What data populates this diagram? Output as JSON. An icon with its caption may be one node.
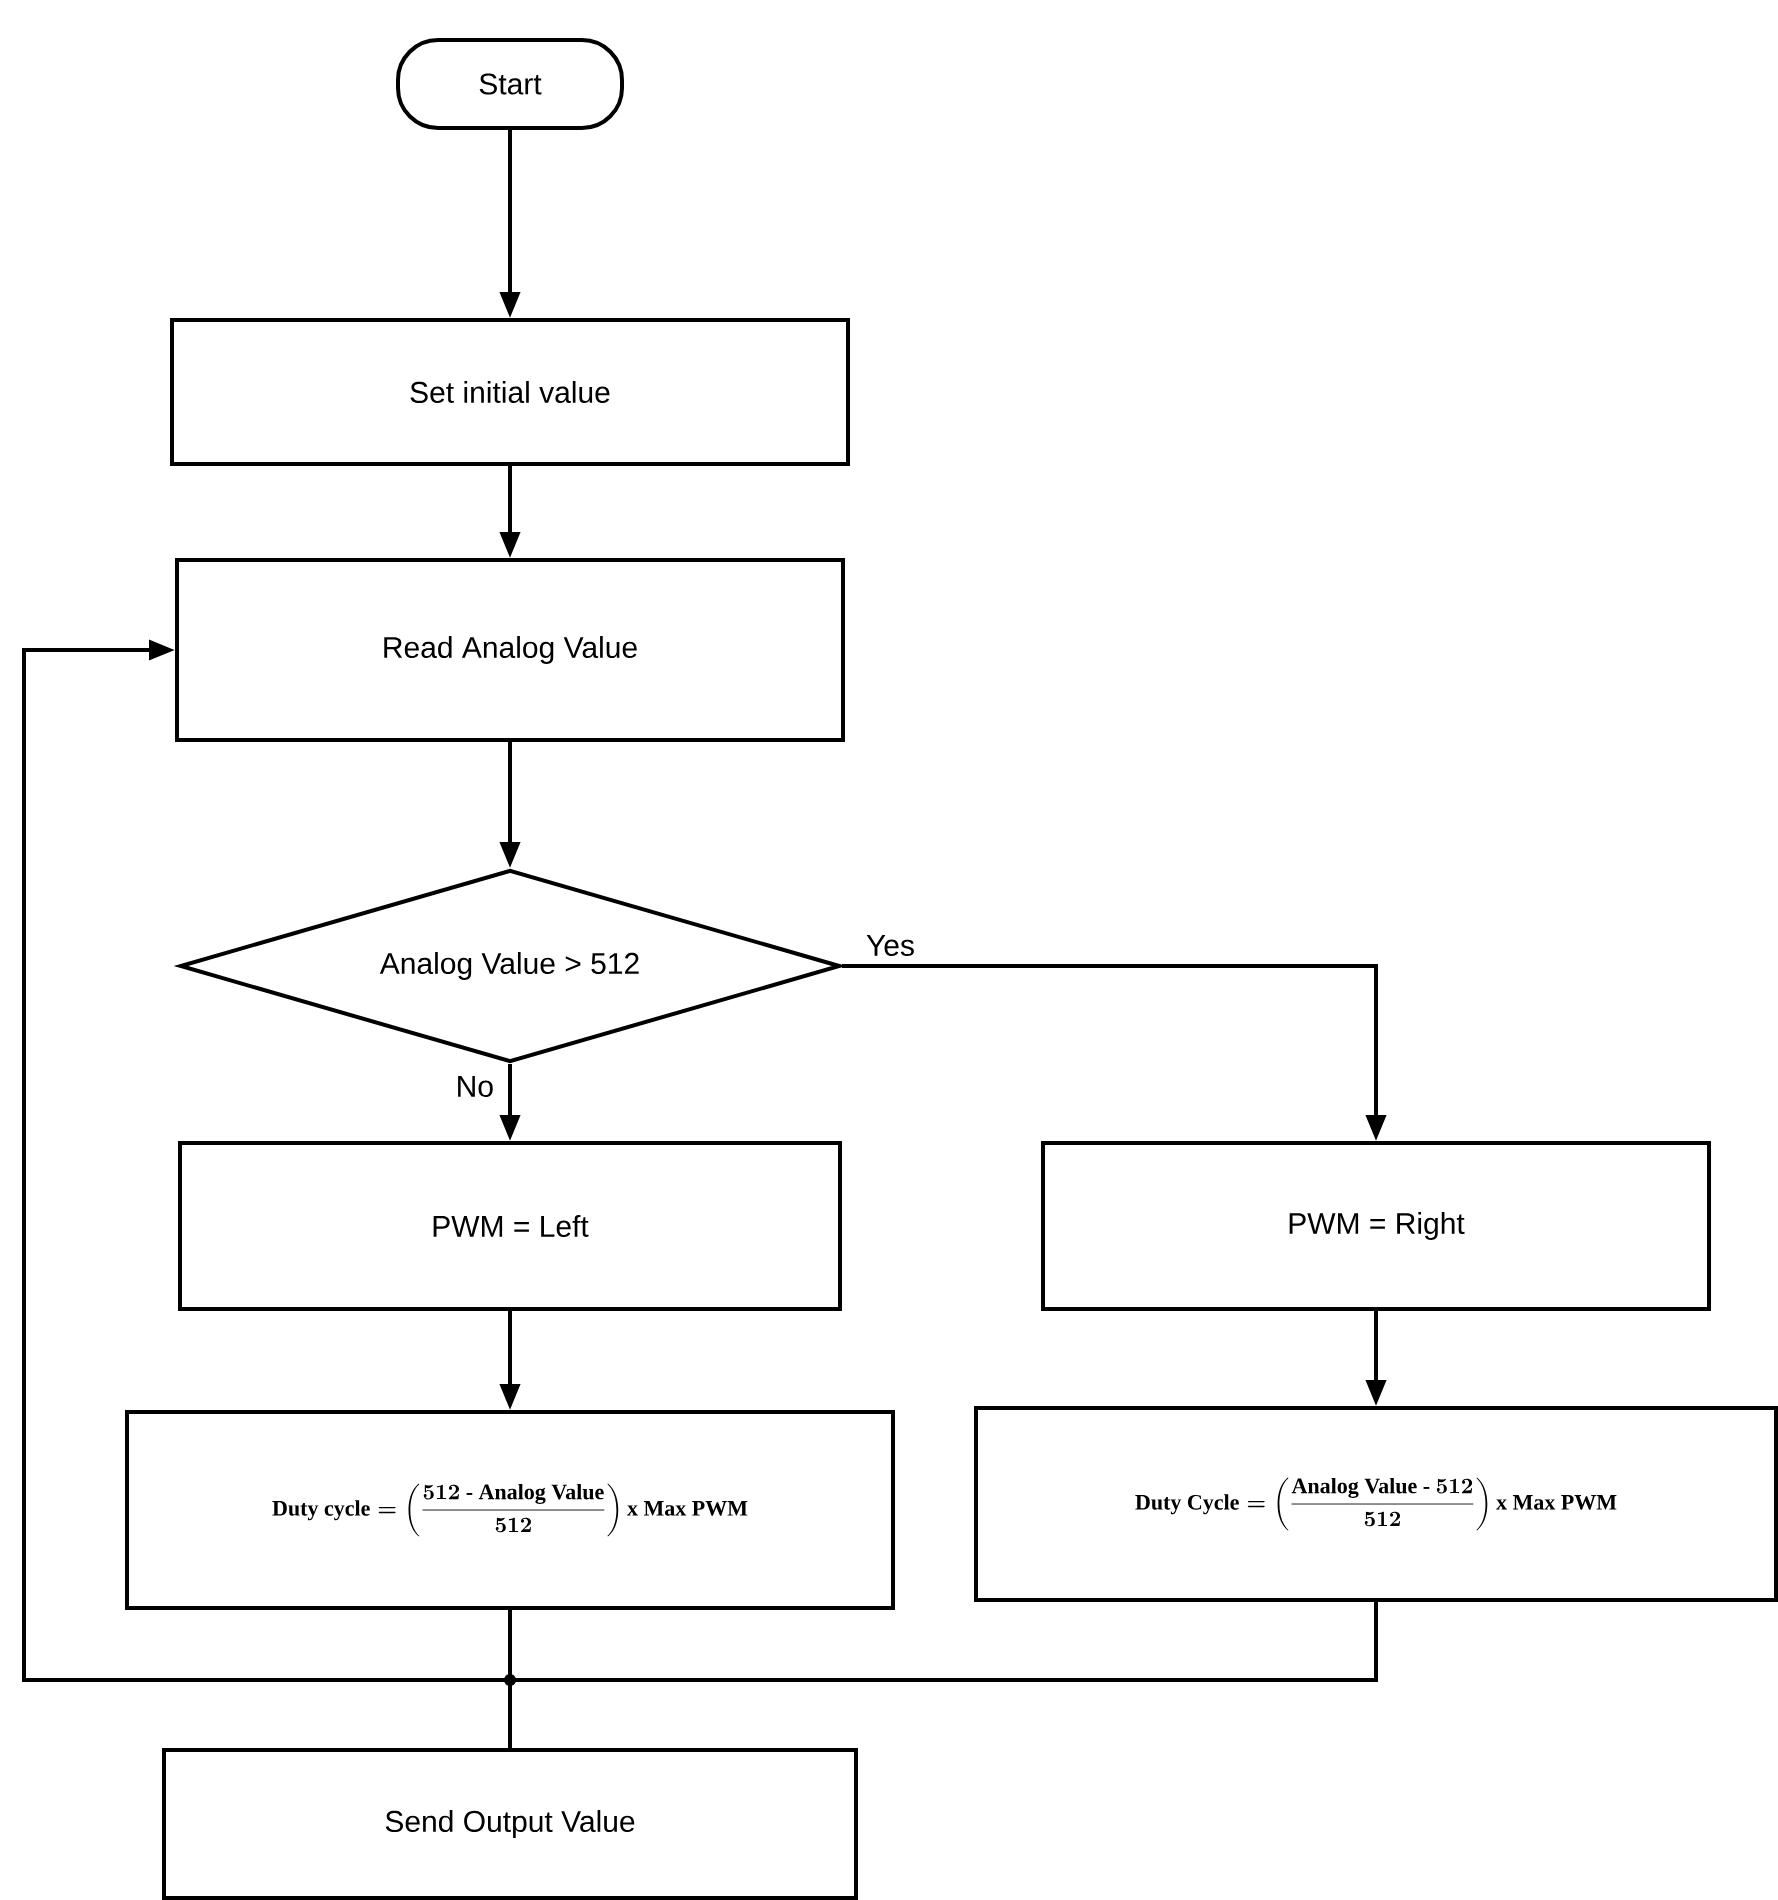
{
  "diagram": {
    "nodes": [
      {
        "text": [
          "Start"
        ]
      },
      {
        "text": [
          "Set initial value"
        ]
      },
      {
        "text": [
          "Read Analog Value"
        ]
      },
      {
        "text": [
          "Analog Value  > 512"
        ]
      },
      {
        "text": [
          "PWM  =  Left"
        ]
      },
      {
        "text": [
          "PWM  =  Right"
        ]
      },
      {
        "text": [
          "\\text{Duty cycle} = \\left( \\frac{512 \\text{ - Analog Value}}{512} \\right) \\text{x Max PWM}"
        ]
      },
      {
        "text": [
          "\\text{Duty Cycle} = \\left( \\frac{\\text{Analog Value - }512}{512} \\right) \\text{x Max PWM}"
        ]
      },
      {
        "text": [
          "Send  Output Value"
        ]
      }
    ],
    "edges": [
      {
        "from": 0,
        "to": 1,
        "arrow": "to"
      },
      {
        "from": 1,
        "to": 2,
        "arrow": "to"
      },
      {
        "from": 2,
        "to": 3,
        "arrow": "to"
      },
      {
        "from": 3,
        "to": 4,
        "arrow": "to",
        "label": "No"
      },
      {
        "from": 3,
        "to": 5,
        "arrow": "to",
        "label": "Yes"
      },
      {
        "from": 4,
        "to": 6,
        "arrow": "to"
      },
      {
        "from": 5,
        "to": 7,
        "arrow": "to"
      },
      {
        "from": 6,
        "to": 8,
        "arrow": "none"
      },
      {
        "from": 7,
        "to": 8,
        "arrow": "none"
      },
      {
        "from": 6,
        "to": 2,
        "arrow": "to"
      },
      {
        "from": 7,
        "to": 2,
        "arrow": "to"
      }
    ]
  }
}
